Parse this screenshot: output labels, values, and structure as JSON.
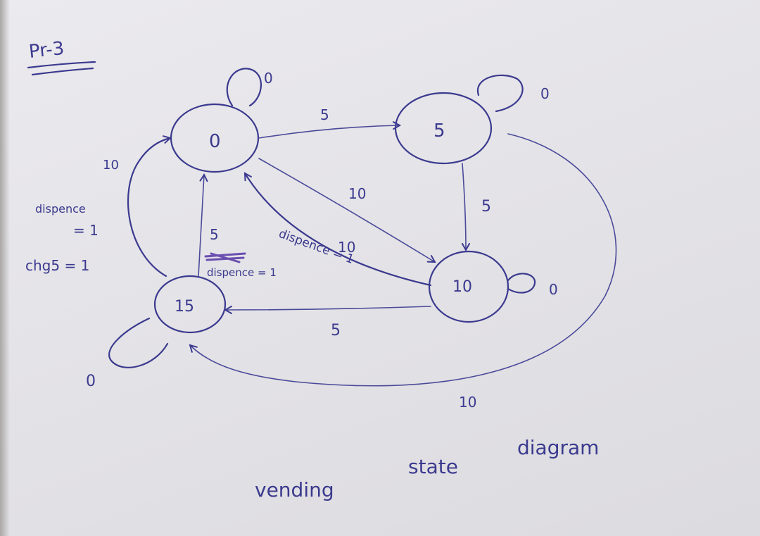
{
  "page_label": "Pr-3",
  "caption": {
    "words": [
      "vending",
      "state",
      "diagram"
    ]
  },
  "states": [
    {
      "id": "s0",
      "label": "0"
    },
    {
      "id": "s5",
      "label": "5"
    },
    {
      "id": "s10",
      "label": "10"
    },
    {
      "id": "s15",
      "label": "15"
    }
  ],
  "transitions": {
    "self_0": "0",
    "self_5": "0",
    "self_10": "0",
    "self_15": "0",
    "t0_5": "5",
    "t0_10": "10",
    "t10_0": "10",
    "t10_0_out": "dispence = 1",
    "t5_10": "5",
    "t10_15": "5",
    "t5_15": "10",
    "t15_0": "5",
    "t15_0_out": "dispence = 1",
    "t15_0b": "10",
    "t15_0b_out1": "dispence",
    "t15_0b_out2": "= 1",
    "t15_0b_out3": "chg5 = 1"
  },
  "ink_color": "#3b3a8f"
}
